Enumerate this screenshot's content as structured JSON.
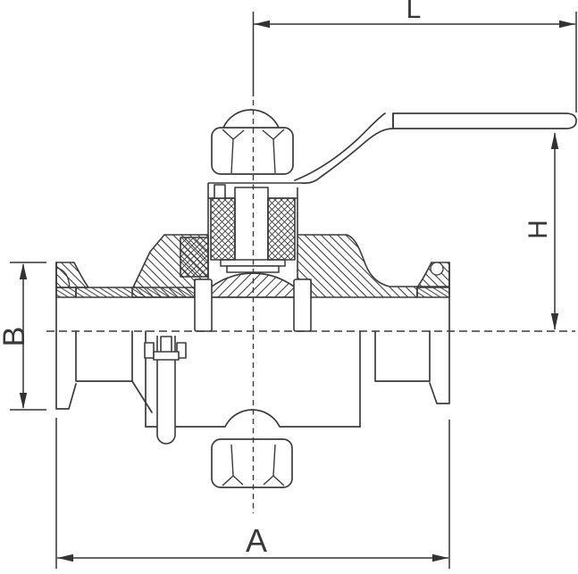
{
  "drawing": {
    "kind": "sectional technical drawing of a clamp-end ball valve",
    "background_color": "#ffffff",
    "line_color": "#3b3b3b",
    "dimensions": {
      "top": {
        "label": "L"
      },
      "right": {
        "label": "H"
      },
      "left": {
        "label": "B"
      },
      "bottom": {
        "label": "A"
      }
    }
  }
}
